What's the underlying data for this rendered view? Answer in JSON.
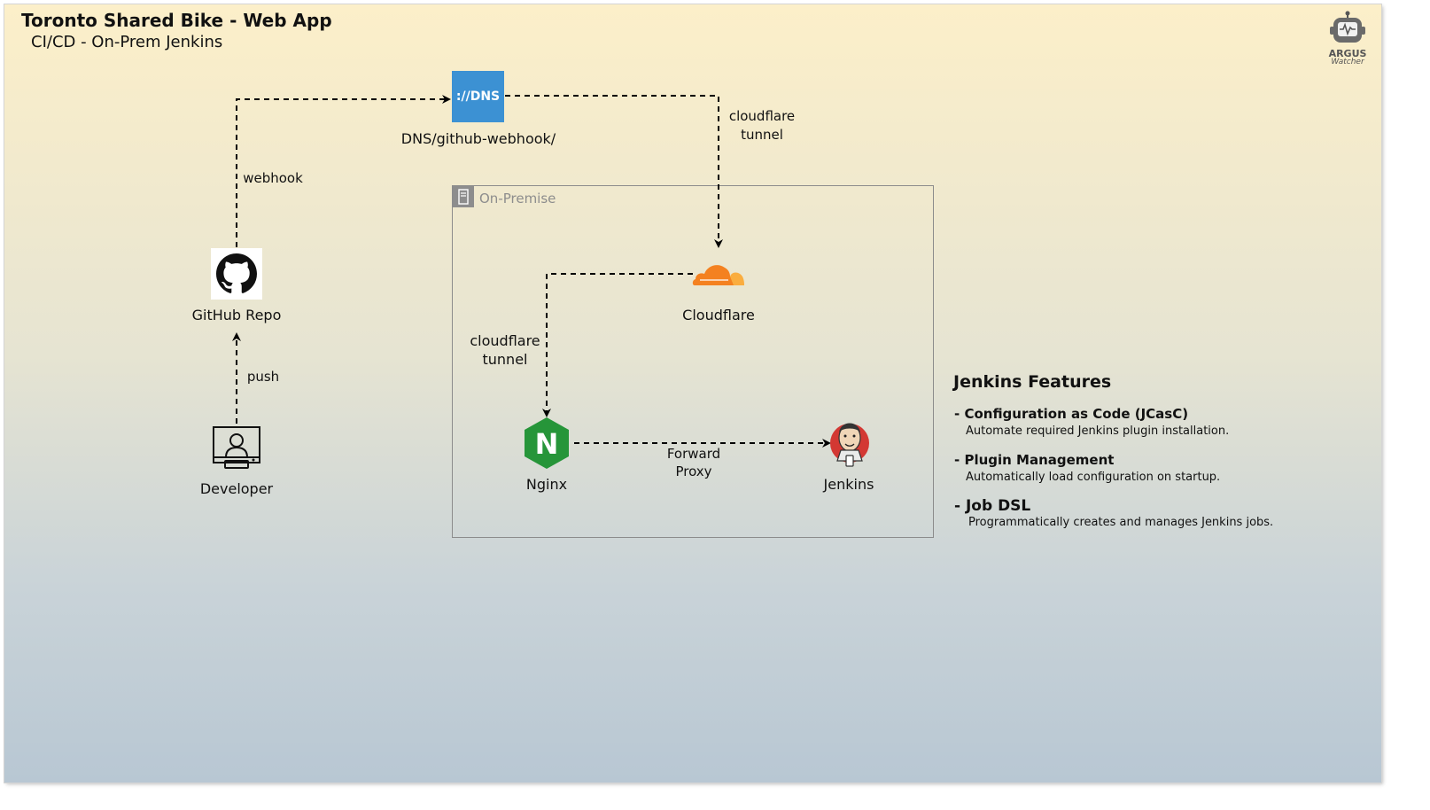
{
  "header": {
    "title": "Toronto Shared Bike - Web App",
    "subtitle": "CI/CD -  On-Prem Jenkins"
  },
  "logo": {
    "name": "ARGUS",
    "tagline": "Watcher",
    "icon": "robot-monitor-icon"
  },
  "nodes": {
    "dns": {
      "badge": "://DNS",
      "label": "DNS/github-webhook/",
      "icon": "dns-icon",
      "color": "#3c91d3"
    },
    "github": {
      "label": "GitHub Repo",
      "icon": "github-icon"
    },
    "developer": {
      "label": "Developer",
      "icon": "developer-icon"
    },
    "cloudflare": {
      "label": "Cloudflare",
      "icon": "cloudflare-icon",
      "color": "#f48120"
    },
    "nginx": {
      "label": "Nginx",
      "badge": "N",
      "icon": "nginx-icon",
      "color": "#269539"
    },
    "jenkins": {
      "label": "Jenkins",
      "icon": "jenkins-icon",
      "color": "#d33833"
    }
  },
  "group": {
    "label": "On-Premise",
    "icon": "server-icon"
  },
  "edges": {
    "webhook": "webhook",
    "push": "push",
    "tunnel_top": [
      "cloudflare",
      "tunnel"
    ],
    "tunnel_left": [
      "cloudflare",
      "tunnel"
    ],
    "proxy": [
      "Forward",
      "Proxy"
    ]
  },
  "features": {
    "title": "Jenkins Features",
    "items": [
      {
        "heading": "- Configuration as Code (JCasC)",
        "desc": "Automate required Jenkins plugin installation."
      },
      {
        "heading": "- Plugin Management",
        "desc": "Automatically load configuration on startup."
      },
      {
        "heading": "- Job DSL",
        "desc": "Programmatically creates and manages Jenkins jobs."
      }
    ]
  }
}
